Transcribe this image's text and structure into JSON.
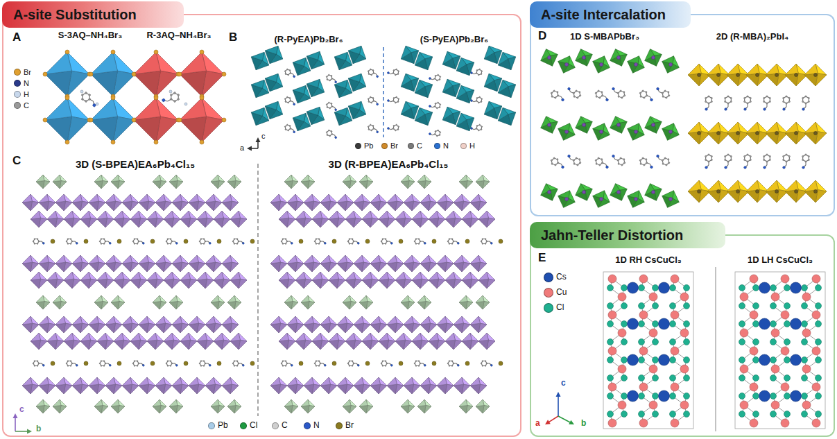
{
  "diagram": {
    "nodes": [
      {
        "text": [
          "A-site Substitution"
        ]
      },
      {
        "text": [
          "A-site Intercalation"
        ]
      },
      {
        "text": [
          "Jahn-Teller Distortion"
        ]
      }
    ],
    "labels": [
      "A",
      "S-3AQ–NH₄Br₃",
      "R-3AQ–NH₄Br₃",
      "B",
      "(R-PyEA)Pb₂Br₆",
      "(S-PyEA)Pb₂Br₆",
      "a",
      "c",
      "C",
      "3D (S-BPEA)EA₆Pb₄Cl₁₅",
      "3D (R-BPEA)EA₆Pb₄Cl₁₅",
      "c",
      "b",
      "D",
      "1D S-MBAPbBr₃",
      "2D (R-MBA)₂PbI₄",
      "E",
      "1D RH CsCuCl₃",
      "1D LH CsCuCl₃",
      "c",
      "a",
      "b"
    ],
    "legend": [
      {
        "text": "Br",
        "color": "#e0a030"
      },
      {
        "text": "N",
        "color": "#2a3a8a"
      },
      {
        "text": "H",
        "color": "#c8d8ec"
      },
      {
        "text": "C",
        "color": "#9a9a9a"
      },
      {
        "text": "Pb",
        "color": "#3a3a3a"
      },
      {
        "text": "Br",
        "color": "#d08a2a"
      },
      {
        "text": "C",
        "color": "#7a7a7a"
      },
      {
        "text": "N",
        "color": "#2a70d0"
      },
      {
        "text": "H",
        "color": "#f0d0c8"
      },
      {
        "text": "Pb",
        "color": "#a8cce8"
      },
      {
        "text": "Cl",
        "color": "#1e9a40"
      },
      {
        "text": "C",
        "color": "#cfcfcf"
      },
      {
        "text": "N",
        "color": "#2a58c8"
      },
      {
        "text": "Br",
        "color": "#8a7a20"
      },
      {
        "text": "Cs",
        "color": "#1f4fb0"
      },
      {
        "text": "Cu",
        "color": "#f07a7a"
      },
      {
        "text": "Cl",
        "color": "#1fb090"
      }
    ]
  }
}
